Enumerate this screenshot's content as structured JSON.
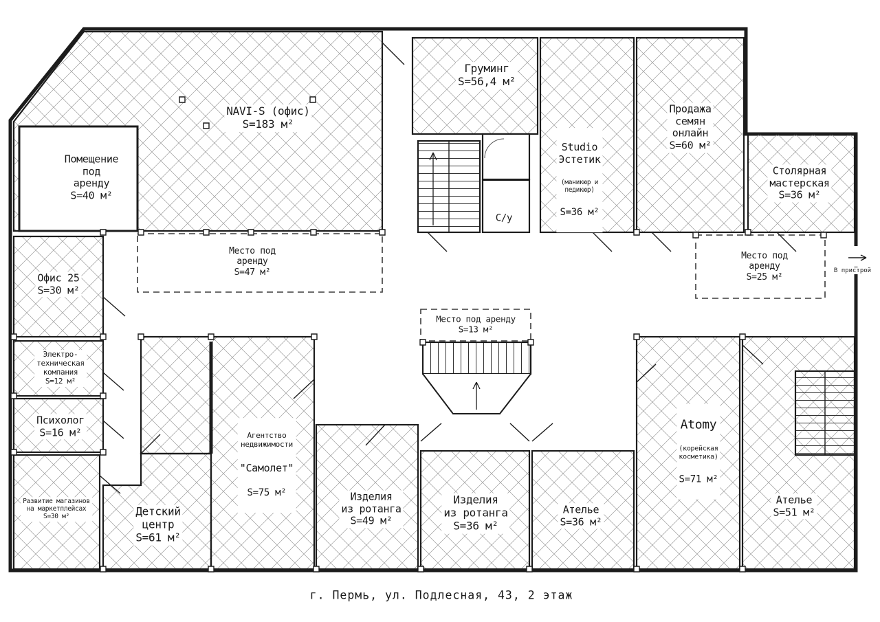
{
  "page": {
    "caption": "г. Пермь, ул. Подлесная, 43, 2 этаж"
  },
  "colors": {
    "wall": "#1c1c1c",
    "hatch": "#9b9b9b",
    "dashed_outline": "#3a3a3a",
    "background": "#ffffff"
  },
  "annex": {
    "label": "В пристрой"
  },
  "rooms": {
    "pomeshchenie_arenda": {
      "text": "Помещение\nпод\nаренду\nS=40 м²"
    },
    "navi_s": {
      "text": "NAVI-S (офис)\nS=183 м²"
    },
    "gruming": {
      "text": "Груминг\nS=56,4 м²"
    },
    "prodazha_semyan": {
      "text": "Продажа\nсемян\nонлайн\nS=60 м²"
    },
    "stolyarnaya": {
      "text": "Столярная\nмастерская\nS=36 м²"
    },
    "studio_estetik": {
      "main": "Studio\nЭстетик",
      "sub": "(маникюр и\nпедикюр)",
      "area": "S=36 м²"
    },
    "wc": {
      "text": "С/у"
    },
    "mesto_47": {
      "text": "Место под\nаренду\nS=47 м²"
    },
    "mesto_25": {
      "text": "Место под\nаренду\nS=25 м²"
    },
    "mesto_13": {
      "text": "Место под аренду\nS=13 м²"
    },
    "ofis_25": {
      "text": "Офис 25\nS=30 м²"
    },
    "elektro": {
      "text": "Электро-\nтехническая\nкомпания\nS=12 м²"
    },
    "psikholog": {
      "text": "Психолог\nS=16 м²"
    },
    "razvitie": {
      "text": "Развитие магазинов\nна маркетплейсах\nS=30 м²"
    },
    "detskiy_tsentr": {
      "text": "Детский\nцентр\nS=61 м²"
    },
    "samolet": {
      "sub": "Агентство\nнедвижимости",
      "main": "\"Самолет\"",
      "area": "S=75 м²"
    },
    "rotang_49": {
      "text": "Изделия\nиз ротанга\nS=49 м²"
    },
    "rotang_36": {
      "text": "Изделия\nиз ротанга\nS=36 м²"
    },
    "atelye_36": {
      "text": "Ателье\nS=36 м²"
    },
    "atomy": {
      "main": "Atomy",
      "sub": "(корейская\nкосметика)",
      "area": "S=71 м²"
    },
    "atelye_51": {
      "text": "Ателье\nS=51 м²"
    }
  }
}
